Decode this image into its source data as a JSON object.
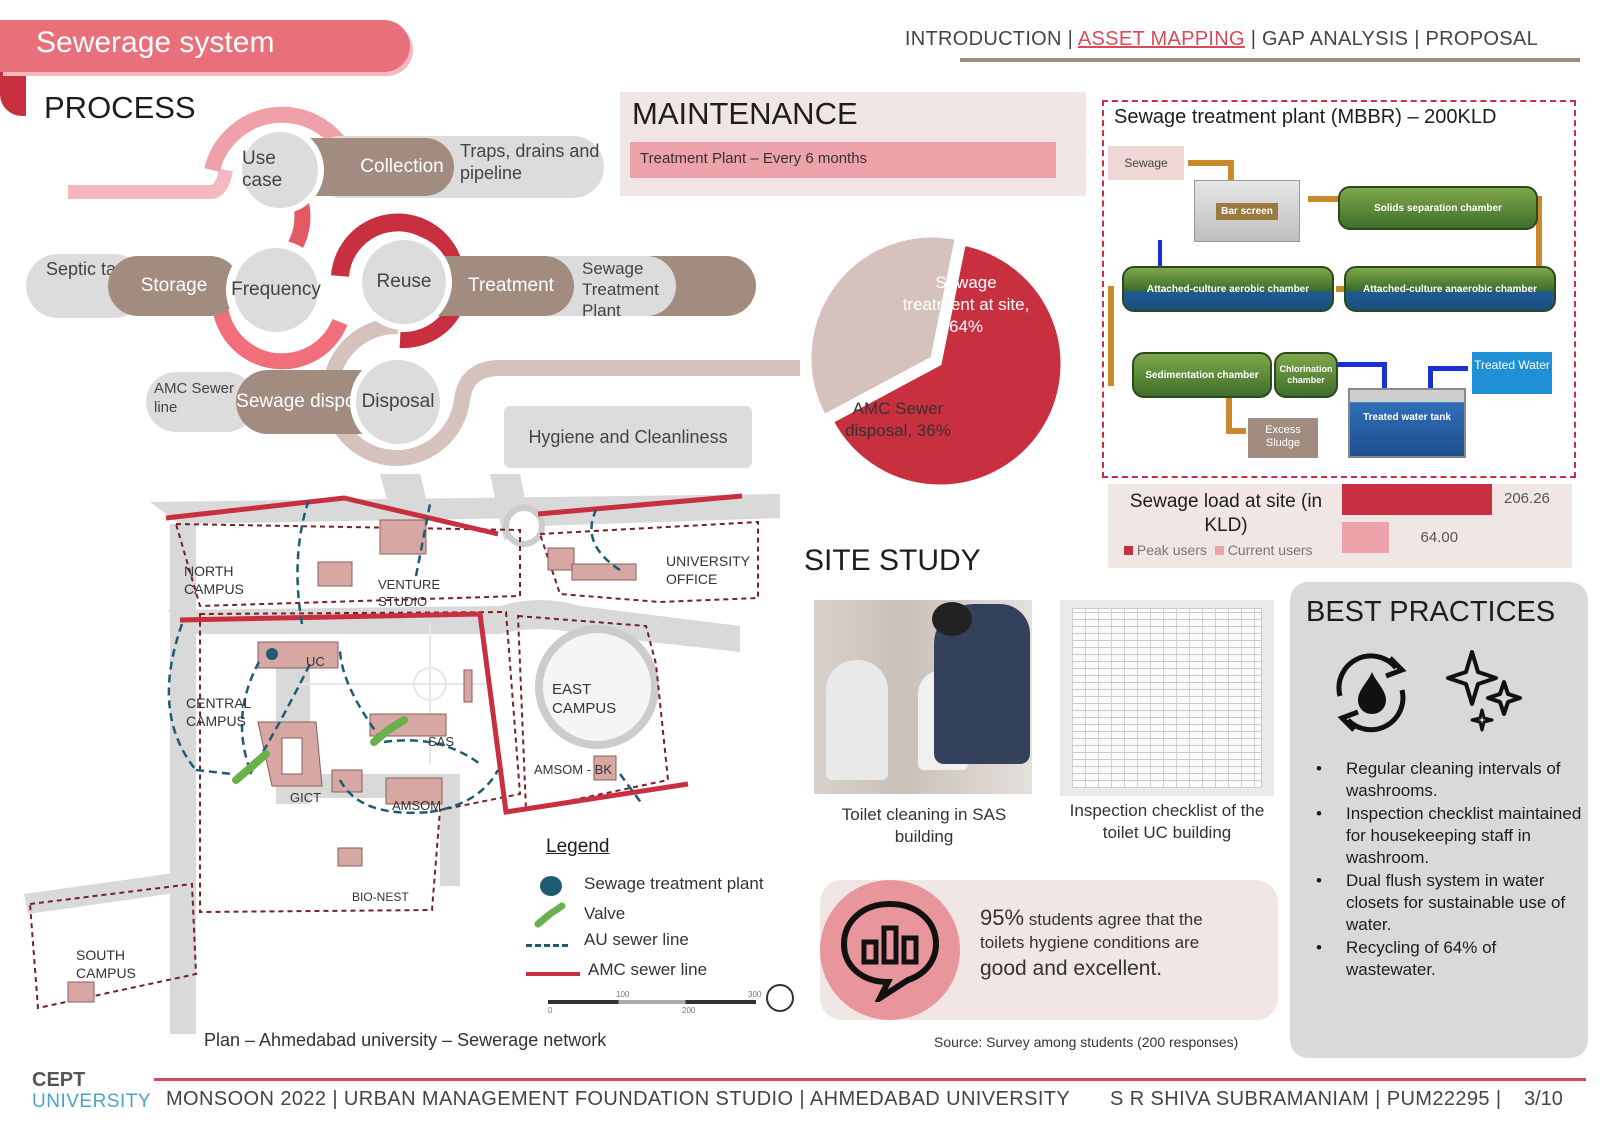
{
  "header": {
    "title": "Sewerage system",
    "nav": [
      "INTRODUCTION",
      "ASSET MAPPING",
      "GAP ANALYSIS",
      "PROPOSAL"
    ],
    "nav_sep": "|"
  },
  "process": {
    "heading": "PROCESS",
    "nodes": {
      "use_case": "Use case",
      "collection": "Collection",
      "traps": "Traps, drains and pipeline",
      "septic": "Septic tank",
      "storage": "Storage",
      "frequency": "Frequency",
      "reuse": "Reuse",
      "treatment": "Treatment",
      "stp": "Sewage Treatment Plant",
      "amc_line": "AMC Sewer line",
      "sewage_disposal": "Sewage disposal",
      "disposal": "Disposal",
      "hygiene": "Hygiene and Cleanliness"
    }
  },
  "maintenance": {
    "heading": "MAINTENANCE",
    "item": "Treatment Plant  –  Every 6 months"
  },
  "pie": {
    "slices": [
      {
        "label": "Sewage treatment at site, 64%",
        "value": 64,
        "color": "#c8303f"
      },
      {
        "label": "AMC Sewer disposal, 36%",
        "value": 36,
        "color": "#d6c2bd"
      }
    ]
  },
  "stp": {
    "title": "Sewage treatment plant (MBBR) – 200KLD",
    "sewage": "Sewage",
    "bar_screen": "Bar screen",
    "solids": "Solids separation chamber",
    "aerobic": "Attached-culture aerobic chamber",
    "anaerobic": "Attached-culture anaerobic chamber",
    "sedimentation": "Sedimentation chamber",
    "chlorination": "Chlorination chamber",
    "excess": "Excess Sludge",
    "treated_tank": "Treated water tank",
    "treated_water": "Treated Water"
  },
  "load_chart": {
    "title": "Sewage load at site (in KLD)",
    "legend": [
      "Peak users",
      "Current users"
    ],
    "values": [
      206.26,
      64.0
    ],
    "labels": [
      "206.26",
      "64.00"
    ],
    "colors": [
      "#c8303f",
      "#eea3aa"
    ],
    "max": 206.26
  },
  "map": {
    "labels": {
      "north": "NORTH CAMPUS",
      "venture": "VENTURE STUDIO",
      "univ_office": "UNIVERSITY OFFICE",
      "uc": "UC",
      "central": "CENTRAL CAMPUS",
      "east": "EAST CAMPUS",
      "sas": "SAS",
      "gict": "GICT",
      "amsom": "AMSOM",
      "amsom_bk": "AMSOM - BK",
      "bio_nest": "BIO-NEST",
      "south": "SOUTH CAMPUS"
    },
    "legend_title": "Legend",
    "legend": [
      "Sewage treatment plant",
      "Valve",
      "AU sewer line",
      "AMC sewer line"
    ],
    "scale": [
      "0",
      "100",
      "200",
      "300"
    ],
    "caption": "Plan – Ahmedabad university – Sewerage network"
  },
  "site_study": {
    "heading": "SITE STUDY",
    "photo1_caption": "Toilet cleaning in SAS building",
    "photo2_caption": "Inspection checklist of the toilet UC building"
  },
  "survey": {
    "pct": "95%",
    "text_a": "students agree that the toilets hygiene conditions are",
    "text_b": "good and excellent.",
    "source": "Source: Survey among students (200 responses)"
  },
  "best_practices": {
    "heading": "BEST PRACTICES",
    "items": [
      "Regular cleaning intervals of washrooms.",
      "Inspection checklist maintained for housekeeping staff in washroom.",
      "Dual flush system in water closets for sustainable use of water.",
      "Recycling of 64% of wastewater."
    ]
  },
  "footer": {
    "logo_top": "CEPT",
    "logo_bottom": "UNIVERSITY",
    "text": "MONSOON 2022 | URBAN MANAGEMENT  FOUNDATION STUDIO | AHMEDABAD UNIVERSITY",
    "author": "S R SHIVA SUBRAMANIAM | PUM22295 |",
    "page": "3/10"
  }
}
